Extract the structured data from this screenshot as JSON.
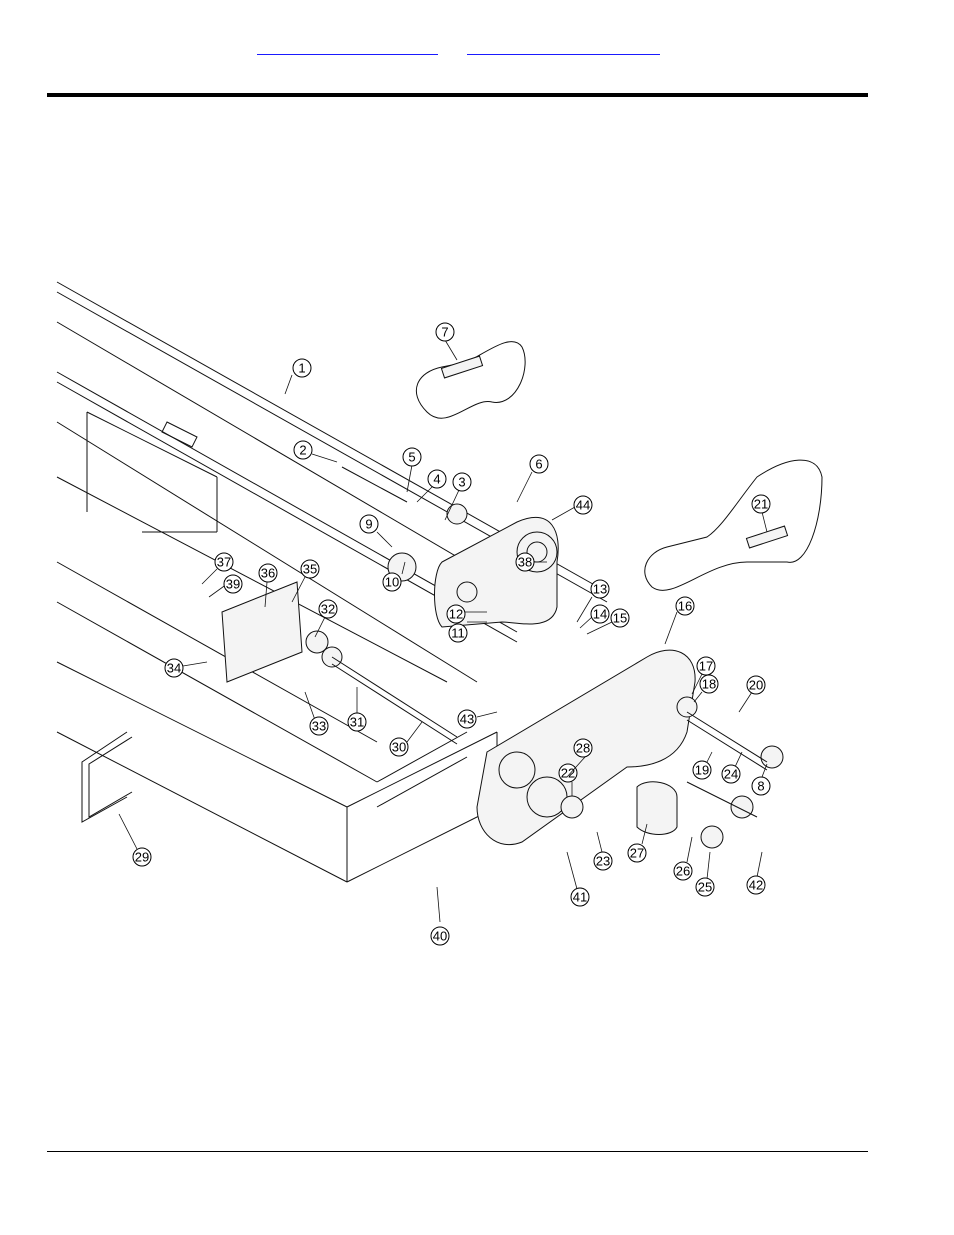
{
  "header": {
    "link_left": "",
    "link_right": ""
  },
  "diagram": {
    "callouts": [
      "1",
      "2",
      "3",
      "4",
      "5",
      "6",
      "7",
      "8",
      "9",
      "10",
      "11",
      "12",
      "13",
      "14",
      "15",
      "16",
      "17",
      "18",
      "19",
      "20",
      "21",
      "22",
      "23",
      "24",
      "25",
      "26",
      "27",
      "28",
      "29",
      "30",
      "31",
      "32",
      "33",
      "34",
      "35",
      "36",
      "37",
      "38",
      "39",
      "40",
      "41",
      "42",
      "43",
      "44"
    ]
  },
  "colors": {
    "rule": "#000000",
    "link": "#1a1aff",
    "line_art": "#111111"
  }
}
